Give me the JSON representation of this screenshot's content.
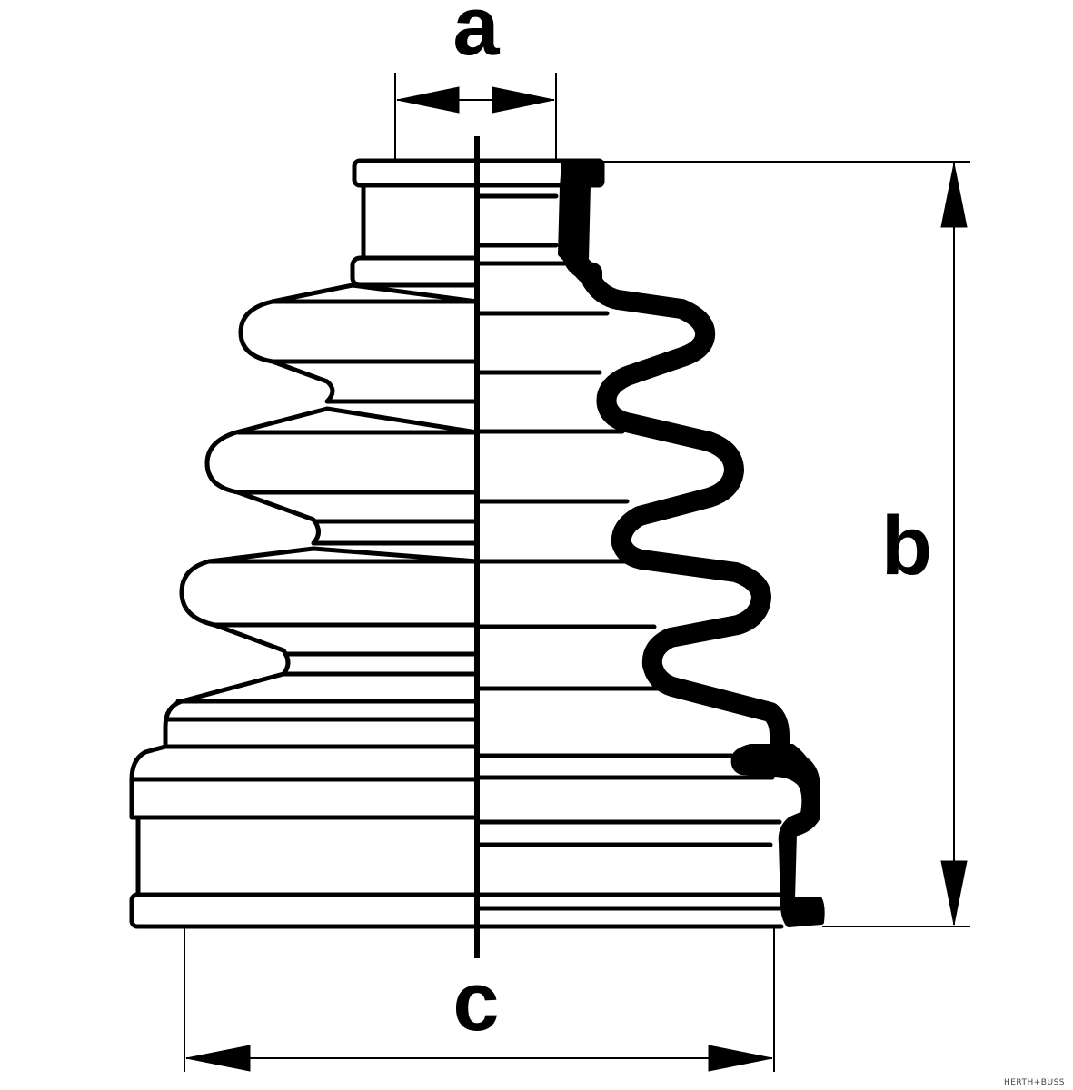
{
  "labels": {
    "a": "a",
    "b": "b",
    "c": "c"
  },
  "brand": "HERTH+BUSS",
  "colors": {
    "ink": "#000000",
    "fill": "#ffffff"
  }
}
